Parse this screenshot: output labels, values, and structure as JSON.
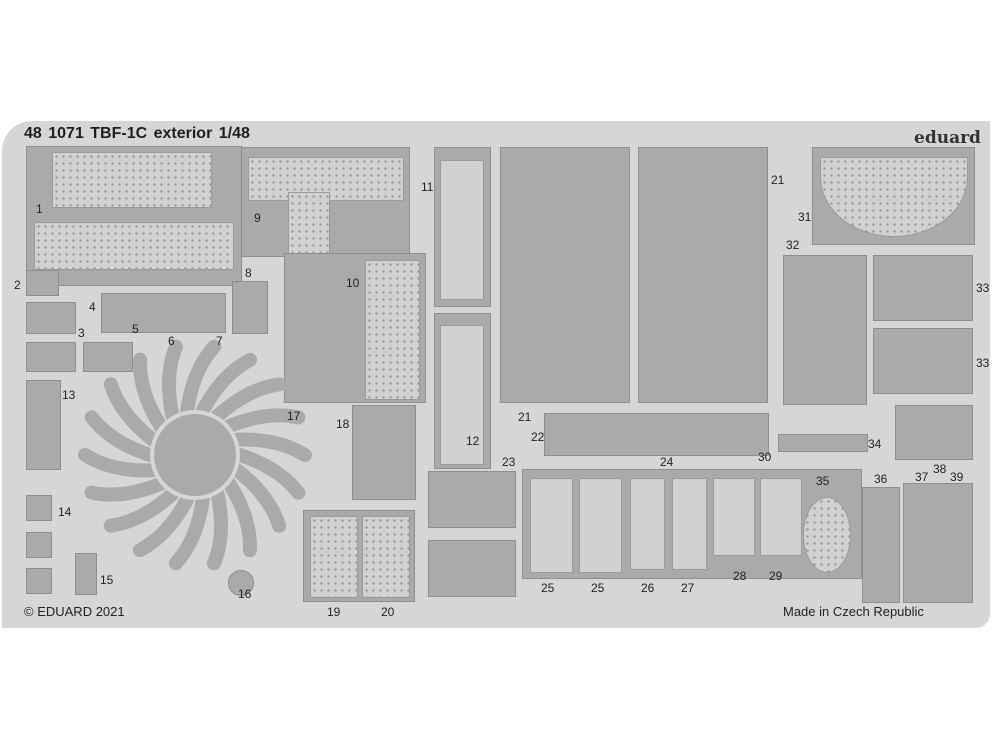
{
  "title": "48 1071  TBF-1C exterior   1/48",
  "logo": "eduard",
  "copyright": "© EDUARD 2021",
  "origin": "Made in Czech Republic",
  "part_labels": [
    "1",
    "2",
    "3",
    "4",
    "5",
    "6",
    "7",
    "8",
    "9",
    "10",
    "11",
    "12",
    "13",
    "14",
    "15",
    "16",
    "17",
    "18",
    "19",
    "20",
    "21",
    "21",
    "22",
    "23",
    "24",
    "25",
    "25",
    "26",
    "27",
    "28",
    "29",
    "30",
    "31",
    "32",
    "33",
    "33",
    "34",
    "35",
    "36",
    "37",
    "38",
    "39"
  ],
  "colors": {
    "fret": "#d5d7d7",
    "part": "#a9abab",
    "background": "#ffffff"
  }
}
